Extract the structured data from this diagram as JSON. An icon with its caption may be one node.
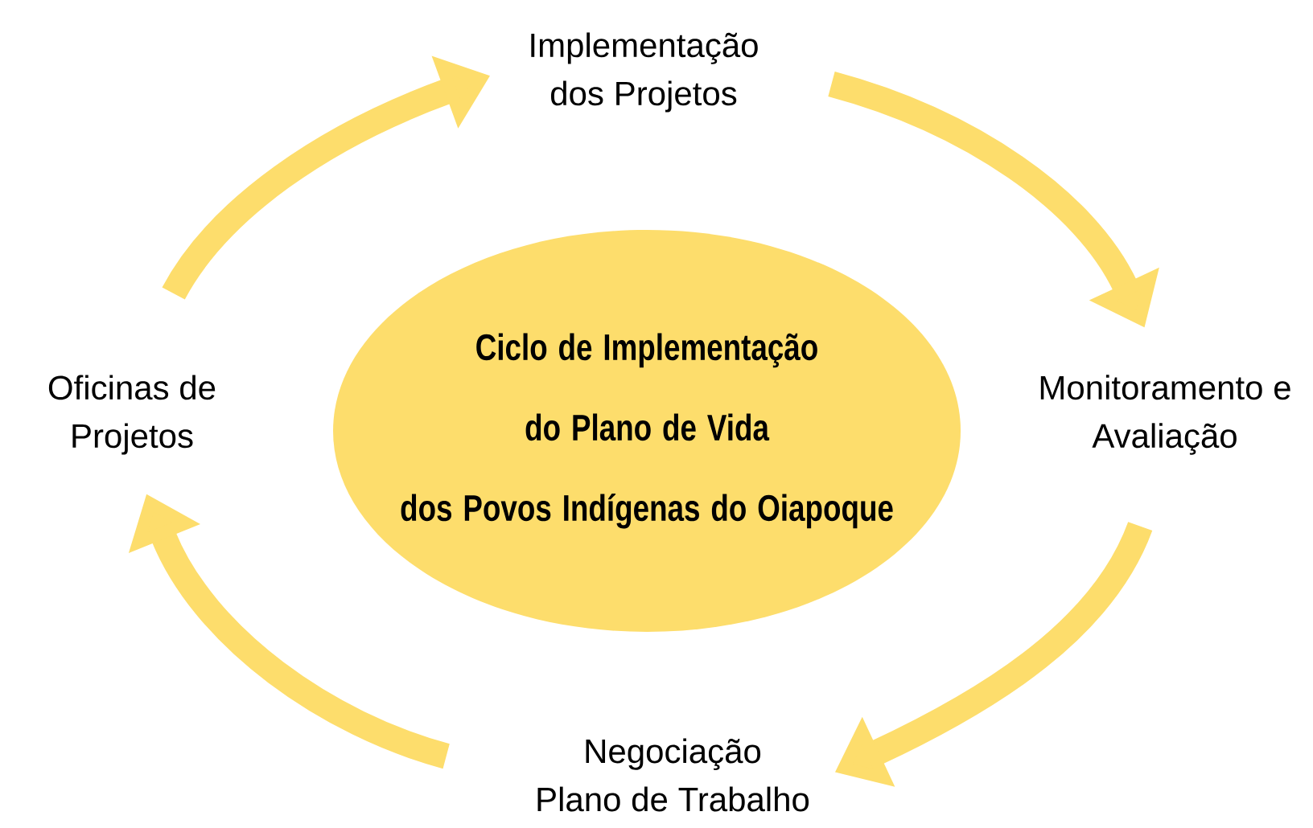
{
  "diagram": {
    "nodes": [
      {
        "text": [
          "Ciclo de Implementação do Plano de Vida dos Povos Indígenas do Oiapoque"
        ]
      },
      {
        "text": [
          "Implementação dos Projetos"
        ]
      },
      {
        "text": [
          "Monitoramento e Avaliação"
        ]
      },
      {
        "text": [
          "Negociação Plano de Trabalho"
        ]
      },
      {
        "text": [
          "Oficinas de Projetos"
        ]
      }
    ],
    "edges": [
      {
        "from": 4,
        "to": 1,
        "arrow": "to"
      },
      {
        "from": 1,
        "to": 2,
        "arrow": "to"
      },
      {
        "from": 2,
        "to": 3,
        "arrow": "to"
      },
      {
        "from": 3,
        "to": 4,
        "arrow": "to"
      }
    ]
  }
}
